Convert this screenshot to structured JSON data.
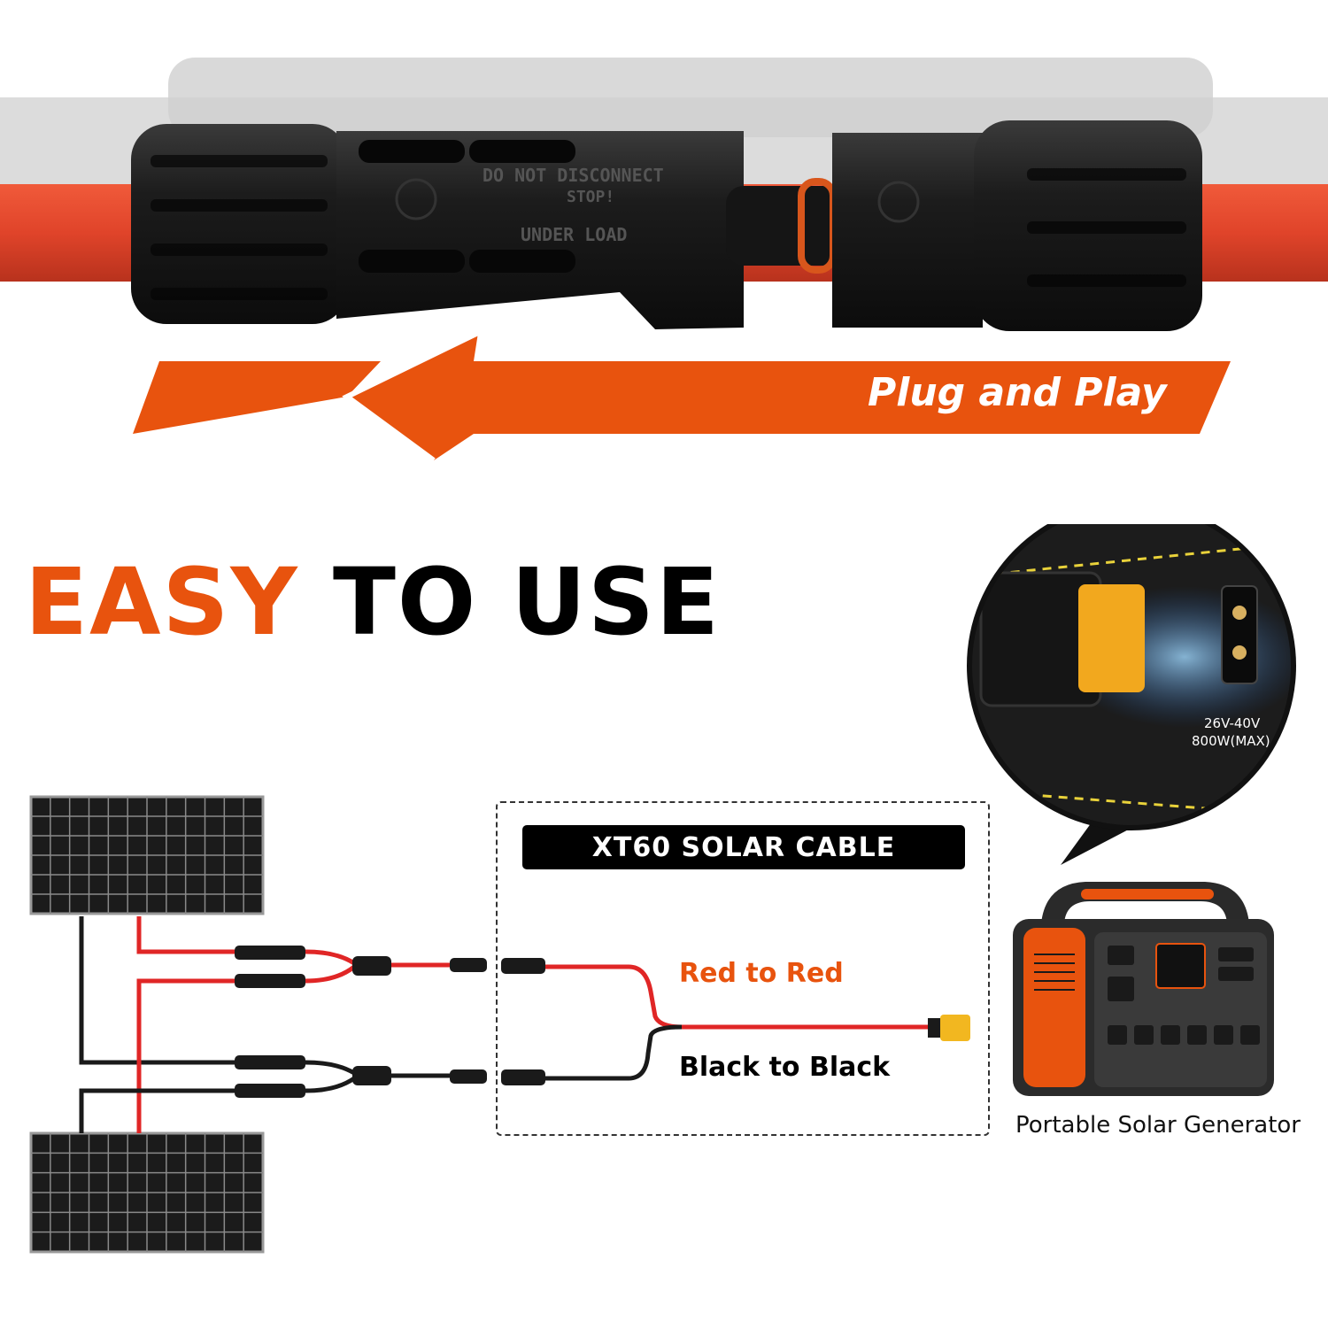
{
  "hero": {
    "connector_text": [
      "DO NOT DISCONNECT",
      "STOP!",
      "UNDER LOAD"
    ],
    "arrow_label": "Plug and Play"
  },
  "headline": {
    "part1": "EASY",
    "part2": "TO USE",
    "accent_color": "#e8530e",
    "text_color": "#000000"
  },
  "cable": {
    "title": "XT60 SOLAR CABLE",
    "red_label": "Red to Red",
    "black_label": "Black to Black"
  },
  "port_closeup": {
    "rating_voltage": "26V-40V",
    "rating_power": "800W(MAX)"
  },
  "generator": {
    "caption": "Portable Solar Generator"
  },
  "colors": {
    "orange": "#e8530e",
    "red_wire": "#e02626",
    "black_wire": "#1a1a1a",
    "cable_red": "#e0442a"
  }
}
